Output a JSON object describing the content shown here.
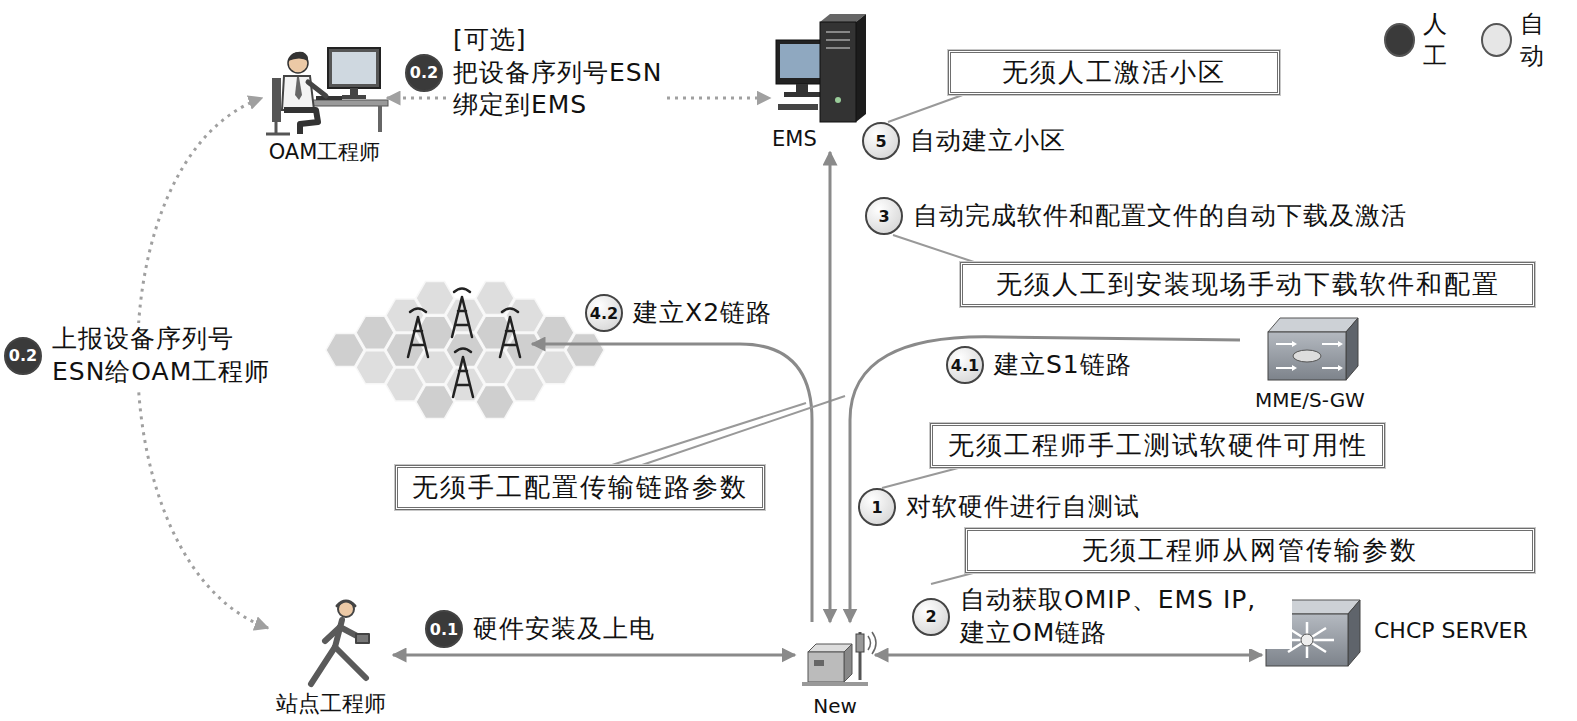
{
  "diagram": {
    "nodes": [
      {
        "text": [
          "OAM工程师"
        ]
      },
      {
        "text": [
          "0.2",
          "[可选]把设备序列号ESN 绑定到EMS"
        ]
      },
      {
        "text": [
          "EMS"
        ]
      },
      {
        "text": [
          "无须人工激活小区"
        ]
      },
      {
        "text": [
          "5",
          "自动建立小区"
        ]
      },
      {
        "text": [
          "3",
          "自动完成软件和配置文件的自动下载及激活"
        ]
      },
      {
        "text": [
          "无须人工到安装现场手动下载软件和配置"
        ]
      },
      {
        "text": [
          "4.2",
          "建立X2链路"
        ]
      },
      {
        "text": [
          "0.2",
          "上报设备序列号 ESN给OAM工程师"
        ]
      },
      {
        "text": [
          "4.1",
          "建立S1链路"
        ]
      },
      {
        "text": [
          "MME/S-GW"
        ]
      },
      {
        "text": [
          "无须工程师手工测试软硬件可用性"
        ]
      },
      {
        "text": [
          "无须手工配置传输链路参数"
        ]
      },
      {
        "text": [
          "1",
          "对软硬件进行自测试"
        ]
      },
      {
        "text": [
          "无须工程师从网管传输参数"
        ]
      },
      {
        "text": [
          "2",
          "自动获取OMIP、EMS IP, 建立OM链路"
        ]
      },
      {
        "text": [
          "CHCP SERVER"
        ]
      },
      {
        "text": [
          "0.1",
          "硬件安装及上电"
        ]
      },
      {
        "text": [
          "站点工程师"
        ]
      },
      {
        "text": [
          "New"
        ]
      }
    ],
    "edges": [
      {
        "from": 0,
        "to": 2,
        "arrow": "both"
      },
      {
        "from": 18,
        "to": 0,
        "arrow": "both"
      },
      {
        "from": 18,
        "to": 19,
        "arrow": "both"
      },
      {
        "from": 19,
        "to": 16,
        "arrow": "both"
      },
      {
        "from": 19,
        "to": 2,
        "arrow": "both"
      },
      {
        "from": 10,
        "to": 19,
        "arrow": "to"
      },
      {
        "from": 3,
        "to": 4,
        "arrow": "none"
      },
      {
        "from": 6,
        "to": 5,
        "arrow": "none"
      },
      {
        "from": 11,
        "to": 13,
        "arrow": "none"
      },
      {
        "from": 14,
        "to": 15,
        "arrow": "none"
      }
    ],
    "legend": [
      {
        "text": "人工",
        "color": "#3a3a3a"
      },
      {
        "text": "自动",
        "color": "#e6e6e6"
      }
    ]
  }
}
